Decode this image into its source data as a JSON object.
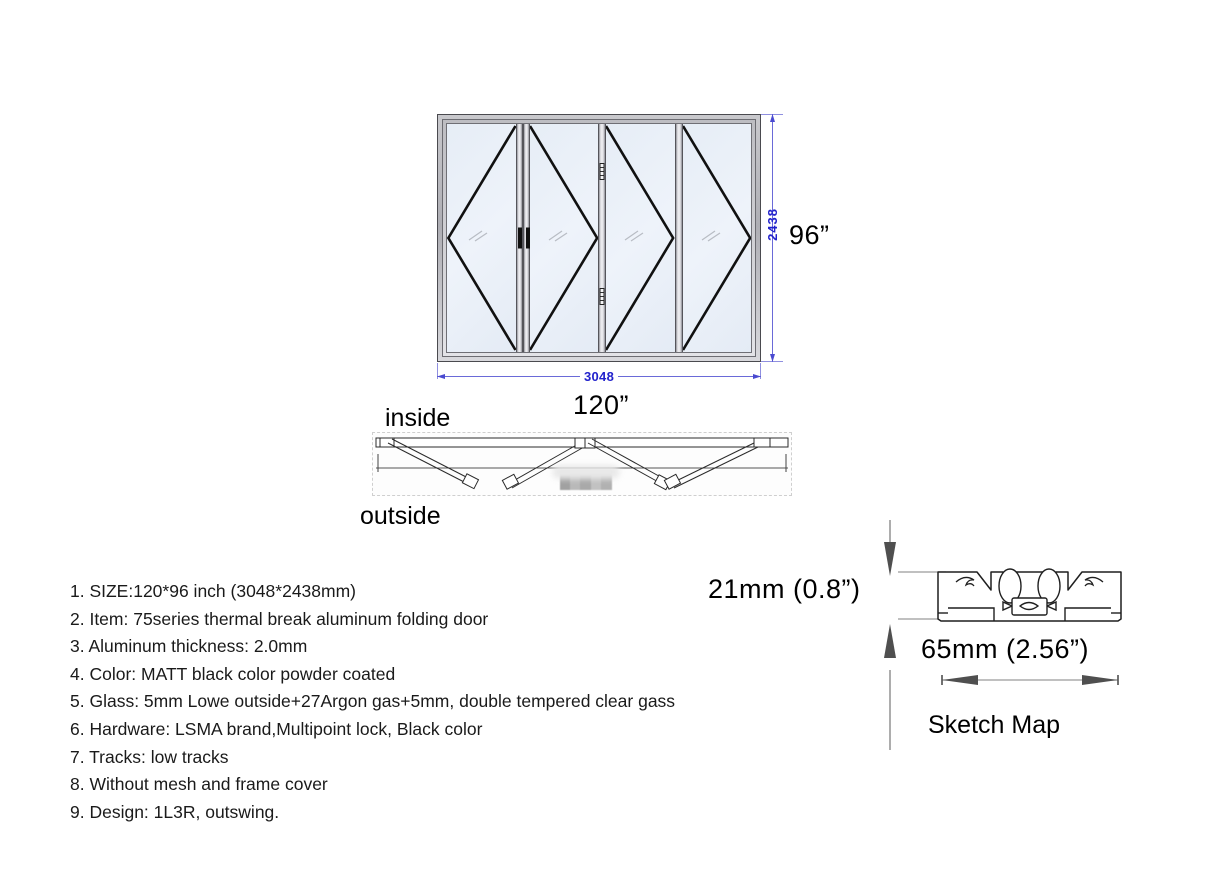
{
  "drawing": {
    "elevation": {
      "width_mm_label": "3048",
      "width_inch_label": "120”",
      "height_mm_label": "2438",
      "height_inch_label": "96”",
      "panel_count": 4,
      "glass_color": "#e9eff7",
      "frame_color": "#b9b9bf",
      "dimension_color": "#2222cc"
    },
    "planview": {
      "top_label": "inside",
      "bottom_label": "outside",
      "redacted_block": ""
    },
    "sketchmap": {
      "title": "Sketch Map",
      "height_label": "21mm (0.8”)",
      "width_label": "65mm (2.56”)"
    }
  },
  "specs": {
    "items": [
      "1. SIZE:120*96 inch (3048*2438mm)",
      "2. Item: 75series thermal break aluminum folding door",
      "3. Aluminum thickness: 2.0mm",
      "4. Color: MATT black color powder coated",
      "5. Glass: 5mm Lowe outside+27Argon gas+5mm, double tempered clear gass",
      "6. Hardware: LSMA brand,Multipoint lock, Black color",
      "7. Tracks: low tracks",
      "8. Without mesh and frame cover",
      "9. Design: 1L3R, outswing."
    ]
  }
}
